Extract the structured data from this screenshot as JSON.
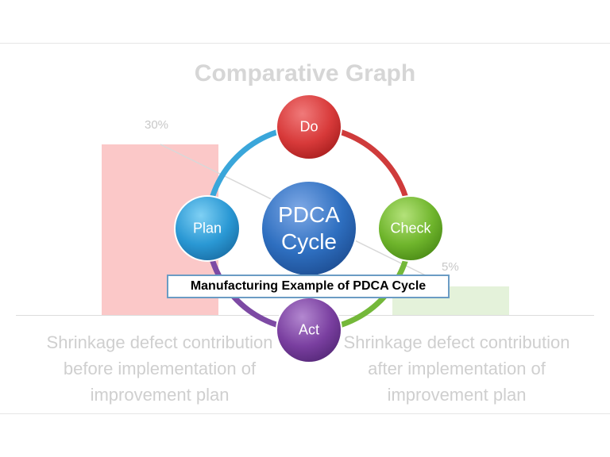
{
  "chart": {
    "title": "Comparative Graph",
    "bars": [
      {
        "category": "Shrinkage defect contribution\nbefore implementation of\nimprovement plan",
        "value_label": "30%",
        "value": 30,
        "color": "#fbc8c8"
      },
      {
        "category": "Shrinkage defect contribution\nafter implementation of\nimprovement plan",
        "value_label": "5%",
        "value": 5,
        "color": "#e4f2da"
      }
    ]
  },
  "chart_data": {
    "type": "bar",
    "title": "Comparative Graph",
    "categories": [
      "Shrinkage defect contribution before implementation of improvement plan",
      "Shrinkage defect contribution after implementation of improvement plan"
    ],
    "values": [
      30,
      5
    ],
    "unit": "%",
    "ylim": [
      0,
      30
    ]
  },
  "diagram": {
    "center": {
      "label": "PDCA\nCycle",
      "color": "#2e6fc0"
    },
    "nodes": [
      {
        "id": "do",
        "label": "Do",
        "color": "#d83a3a"
      },
      {
        "id": "check",
        "label": "Check",
        "color": "#6fb52c"
      },
      {
        "id": "act",
        "label": "Act",
        "color": "#7a3fa0"
      },
      {
        "id": "plan",
        "label": "Plan",
        "color": "#2a98d4"
      }
    ],
    "caption": "Manufacturing Example of PDCA Cycle"
  }
}
